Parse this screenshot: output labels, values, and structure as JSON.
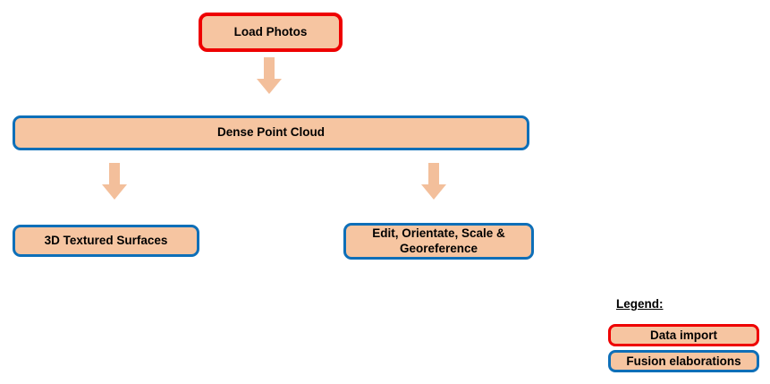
{
  "flowchart": {
    "nodes": [
      {
        "id": "load-photos",
        "label": "Load Photos",
        "type": "data-import"
      },
      {
        "id": "dense-point-cloud",
        "label": "Dense Point Cloud",
        "type": "fusion-elaboration"
      },
      {
        "id": "3d-textured-surfaces",
        "label": "3D Textured Surfaces",
        "type": "fusion-elaboration"
      },
      {
        "id": "edit-orientate",
        "label": "Edit, Orientate, Scale & Georeference",
        "type": "fusion-elaboration"
      }
    ],
    "edges": [
      {
        "from": "load-photos",
        "to": "dense-point-cloud"
      },
      {
        "from": "dense-point-cloud",
        "to": "3d-textured-surfaces"
      },
      {
        "from": "dense-point-cloud",
        "to": "edit-orientate"
      }
    ]
  },
  "legend": {
    "title": "Legend:",
    "items": [
      {
        "label": "Data import",
        "border_color": "#EE0000"
      },
      {
        "label": "Fusion elaborations",
        "border_color": "#0E6FB8"
      }
    ]
  },
  "colors": {
    "node_fill": "#F6C5A1",
    "arrow": "#F3BF9B",
    "data_import_border": "#EE0000",
    "fusion_border": "#0E6FB8",
    "text": "#000000",
    "background": "#FFFFFF"
  }
}
